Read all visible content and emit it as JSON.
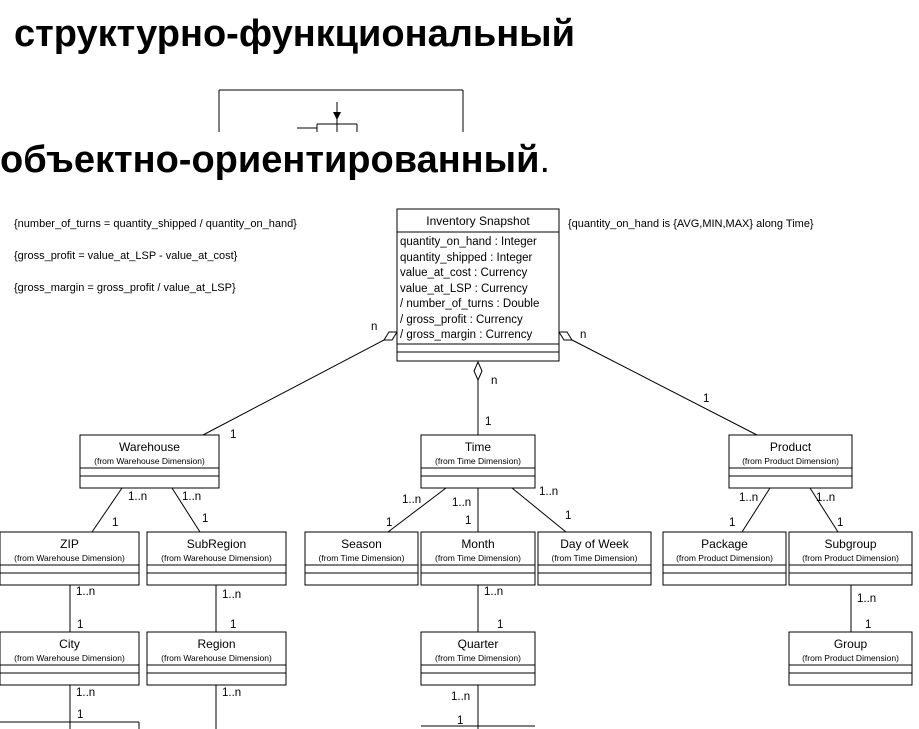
{
  "headings": {
    "structural": "структурно-функциональный",
    "object": "объектно-ориентированный",
    "object_period": "."
  },
  "notes": {
    "turns": "{number_of_turns = quantity_shipped / quantity_on_hand}",
    "profit": "{gross_profit = value_at_LSP - value_at_cost}",
    "margin": "{gross_margin = gross_profit / value_at_LSP}",
    "qty": "{quantity_on_hand is {AVG,MIN,MAX} along Time}"
  },
  "classes": {
    "inventory": {
      "name": "Inventory Snapshot",
      "attributes": [
        "quantity_on_hand : Integer",
        "quantity_shipped : Integer",
        "value_at_cost : Currency",
        "value_at_LSP : Currency",
        "/ number_of_turns : Double",
        "/ gross_profit : Currency",
        "/ gross_margin : Currency"
      ]
    },
    "warehouse": {
      "name": "Warehouse",
      "pkg": "(from Warehouse Dimension)"
    },
    "time": {
      "name": "Time",
      "pkg": "(from Time Dimension)"
    },
    "product": {
      "name": "Product",
      "pkg": "(from Product Dimension)"
    },
    "zip": {
      "name": "ZIP",
      "pkg": "(from Warehouse Dimension)"
    },
    "subregion": {
      "name": "SubRegion",
      "pkg": "(from Warehouse Dimension)"
    },
    "season": {
      "name": "Season",
      "pkg": "(from Time Dimension)"
    },
    "month": {
      "name": "Month",
      "pkg": "(from Time Dimension)"
    },
    "dayofweek": {
      "name": "Day of Week",
      "pkg": "(from Time Dimension)"
    },
    "package": {
      "name": "Package",
      "pkg": "(from Product Dimension)"
    },
    "subgroup": {
      "name": "Subgroup",
      "pkg": "(from Product Dimension)"
    },
    "city": {
      "name": "City",
      "pkg": "(from Warehouse Dimension)"
    },
    "region": {
      "name": "Region",
      "pkg": "(from Warehouse Dimension)"
    },
    "quarter": {
      "name": "Quarter",
      "pkg": "(from Time Dimension)"
    },
    "group": {
      "name": "Group",
      "pkg": "(from Product Dimension)"
    }
  },
  "multiplicity": {
    "n": "n",
    "one": "1",
    "one_n": "1..n"
  }
}
